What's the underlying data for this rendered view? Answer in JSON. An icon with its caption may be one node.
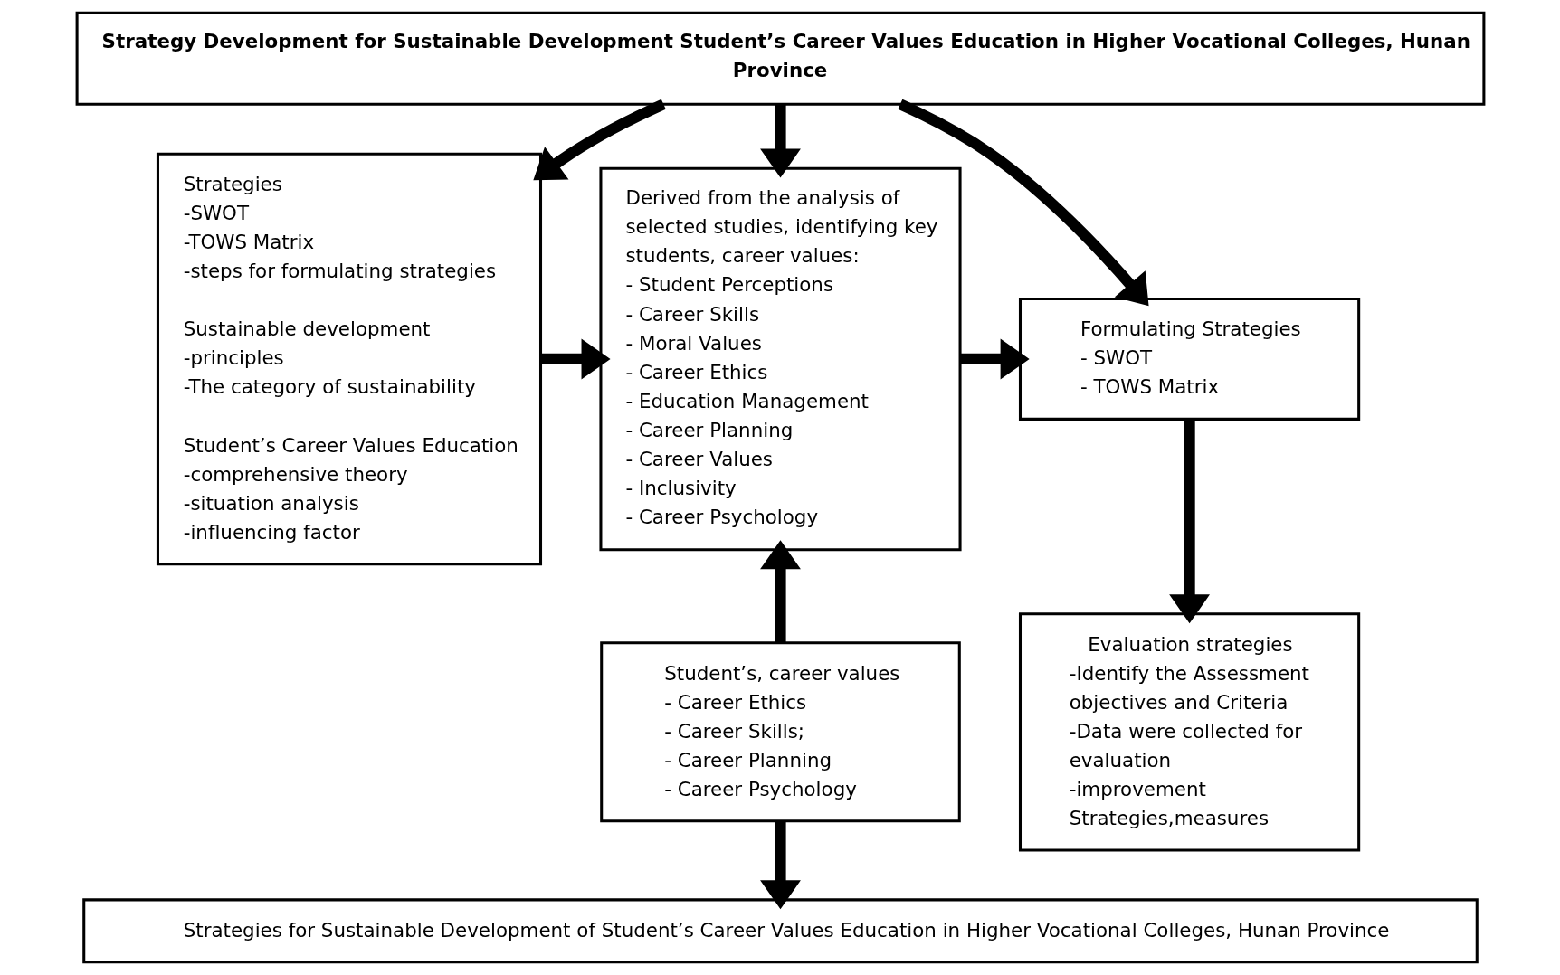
{
  "diagram": {
    "nodes": [
      {
        "text": [
          "Strategy Development for Sustainable Development Student’s Career Values Education in Higher Vocational Colleges, Hunan Province"
        ]
      },
      {
        "text": [
          "Strategies",
          "-SWOT",
          "-TOWS Matrix",
          "-steps for formulating strategies",
          "Sustainable development",
          "-principles",
          "-The category of sustainability",
          "Student’s Career Values Education",
          "-comprehensive theory",
          "-situation analysis",
          "-influencing factor"
        ]
      },
      {
        "text": [
          "Derived from the analysis of selected studies, identifying key students, career values:",
          "- Student Perceptions",
          "- Career Skills",
          "- Moral Values",
          "- Career Ethics",
          "- Education Management",
          "- Career Planning",
          "- Career Values",
          "- Inclusivity",
          "- Career Psychology"
        ]
      },
      {
        "text": [
          "Formulating Strategies",
          "- SWOT",
          "- TOWS Matrix"
        ]
      },
      {
        "text": [
          "Evaluation strategies",
          "-Identify the Assessment objectives and Criteria",
          "-Data were collected for evaluation",
          "-improvement Strategies,measures"
        ]
      },
      {
        "text": [
          "Student’s, career values",
          "- Career Ethics",
          "- Career Skills;",
          "- Career Planning",
          "- Career Psychology"
        ]
      },
      {
        "text": [
          "Strategies for Sustainable Development of Student’s Career Values Education in Higher Vocational Colleges, Hunan Province"
        ]
      }
    ],
    "edges": [
      {
        "from": 0,
        "to": 1,
        "arrow": "to"
      },
      {
        "from": 0,
        "to": 2,
        "arrow": "to"
      },
      {
        "from": 0,
        "to": 3,
        "arrow": "to"
      },
      {
        "from": 1,
        "to": 2,
        "arrow": "to"
      },
      {
        "from": 2,
        "to": 3,
        "arrow": "to"
      },
      {
        "from": 3,
        "to": 4,
        "arrow": "to"
      },
      {
        "from": 5,
        "to": 2,
        "arrow": "to"
      },
      {
        "from": 5,
        "to": 6,
        "arrow": "to"
      }
    ]
  }
}
